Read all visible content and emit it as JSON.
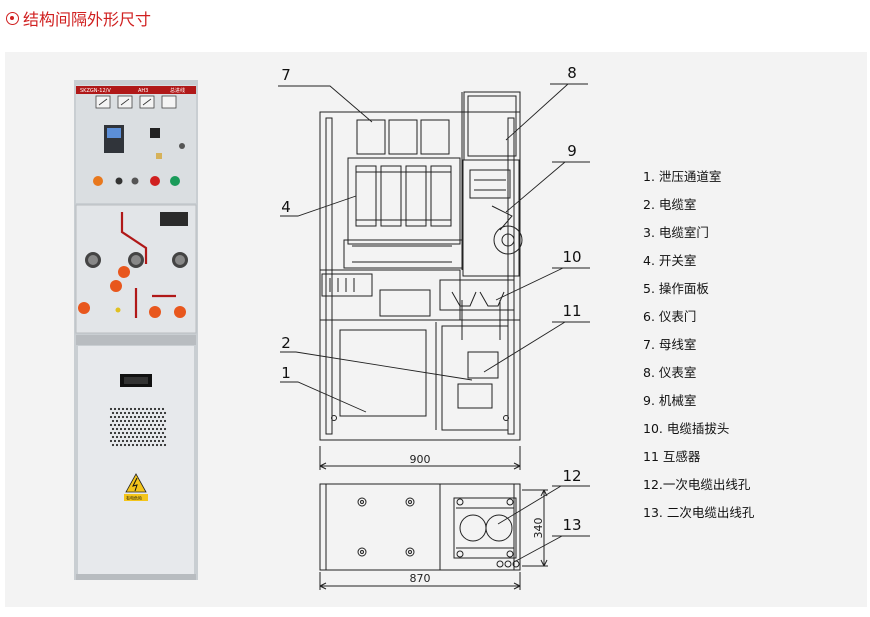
{
  "header": {
    "title": "结构间隔外形尺寸"
  },
  "legend": [
    "1. 泄压通道室",
    "2. 电缆室",
    "3. 电缆室门",
    "4. 开关室",
    "5. 操作面板",
    "6. 仪表门",
    "7. 母线室",
    "8. 仪表室",
    "9. 机械室",
    "10. 电缆插拔头",
    "11 互感器",
    "12.一次电缆出线孔",
    "13. 二次电缆出线孔"
  ],
  "callouts": {
    "c7": "7",
    "c8": "8",
    "c9": "9",
    "c4": "4",
    "c10": "10",
    "c11": "11",
    "c2": "2",
    "c1": "1",
    "c12": "12",
    "c13": "13"
  },
  "dimensions": {
    "width_front": "900",
    "width_plan": "870",
    "depth_plan": "340"
  },
  "cabinet": {
    "model": "SKZGN-12/V",
    "label_mid": "AH3",
    "label_right": "总进线",
    "warning": "有电危险"
  },
  "colors": {
    "accent": "#d02020",
    "cabinet_body": "#d9dde0",
    "cabinet_lower": "#e7e9ec",
    "red_bar": "#b01818",
    "orange": "#e8571d"
  }
}
